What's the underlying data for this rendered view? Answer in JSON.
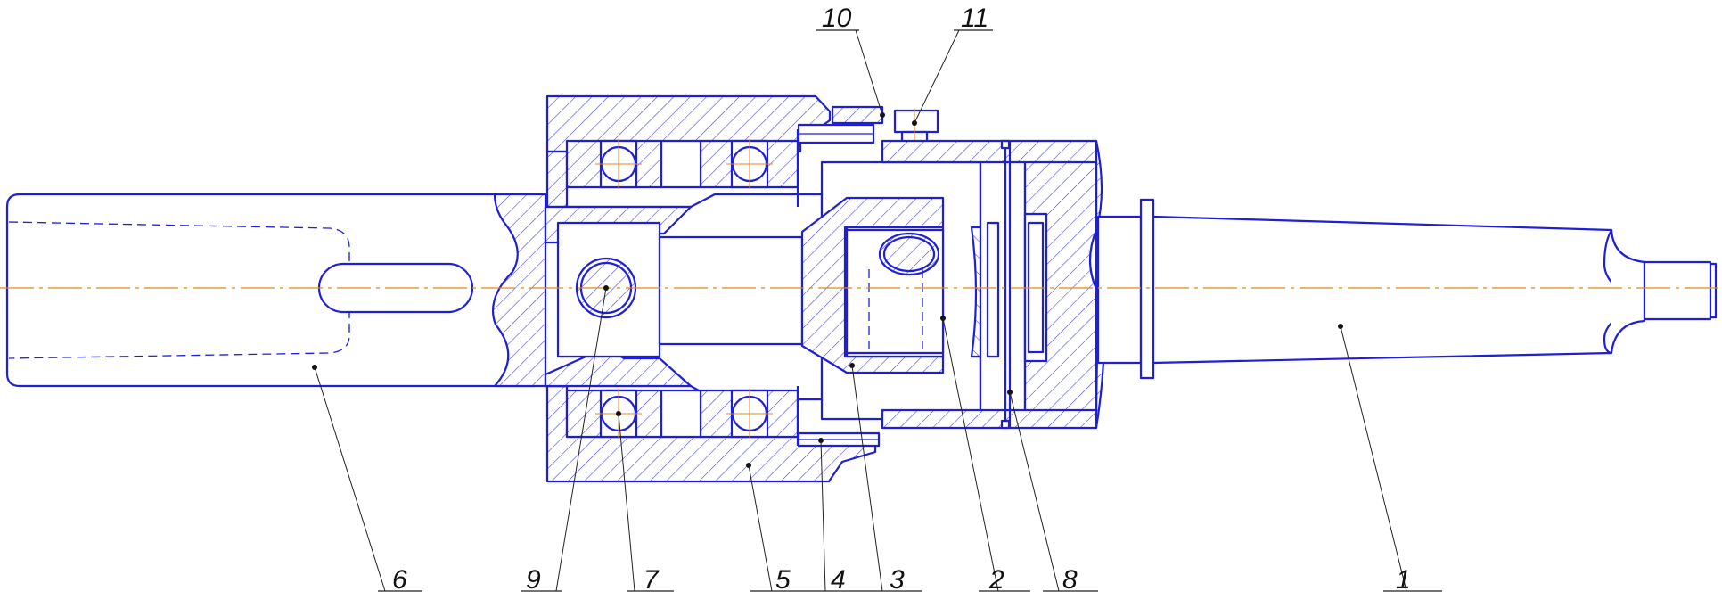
{
  "drawing": {
    "line_color": "#1f1fd6",
    "axis_color": "#e08a1e",
    "callouts": [
      {
        "id": "c1",
        "label": "1"
      },
      {
        "id": "c2",
        "label": "2"
      },
      {
        "id": "c3",
        "label": "3"
      },
      {
        "id": "c4",
        "label": "4"
      },
      {
        "id": "c5",
        "label": "5"
      },
      {
        "id": "c6",
        "label": "6"
      },
      {
        "id": "c7",
        "label": "7"
      },
      {
        "id": "c8",
        "label": "8"
      },
      {
        "id": "c9",
        "label": "9"
      },
      {
        "id": "c10",
        "label": "10"
      },
      {
        "id": "c11",
        "label": "11"
      }
    ]
  }
}
